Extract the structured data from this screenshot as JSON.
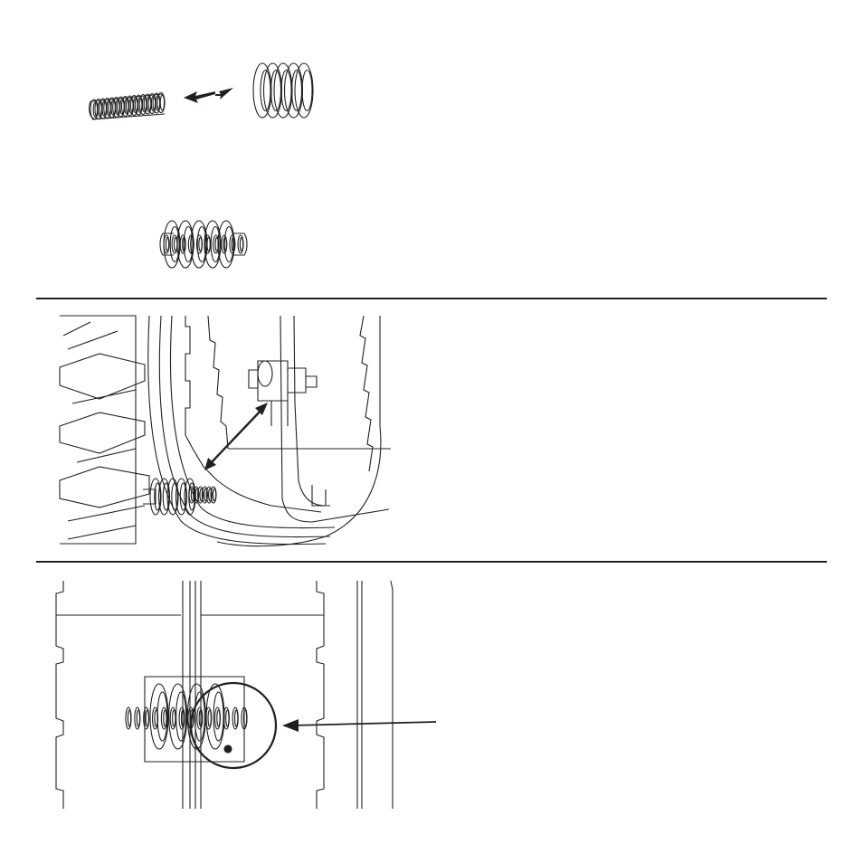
{
  "page": {
    "background": "#ffffff",
    "ink": "#231f20"
  },
  "figures": [
    {
      "id": "spring-compare",
      "depicts": [
        "small-spring",
        "double-arrow",
        "large-spring"
      ]
    },
    {
      "id": "spring-assembled",
      "depicts": [
        "small-spring-inside-large-spring"
      ]
    },
    {
      "id": "spring-install-location",
      "depicts": [
        "clutch-sheave",
        "spring-on-shaft",
        "pointer-arrow",
        "spring-seat"
      ]
    },
    {
      "id": "spring-installed-detail",
      "depicts": [
        "spring-in-seat",
        "inspection-circle",
        "pointer-arrow"
      ]
    }
  ]
}
